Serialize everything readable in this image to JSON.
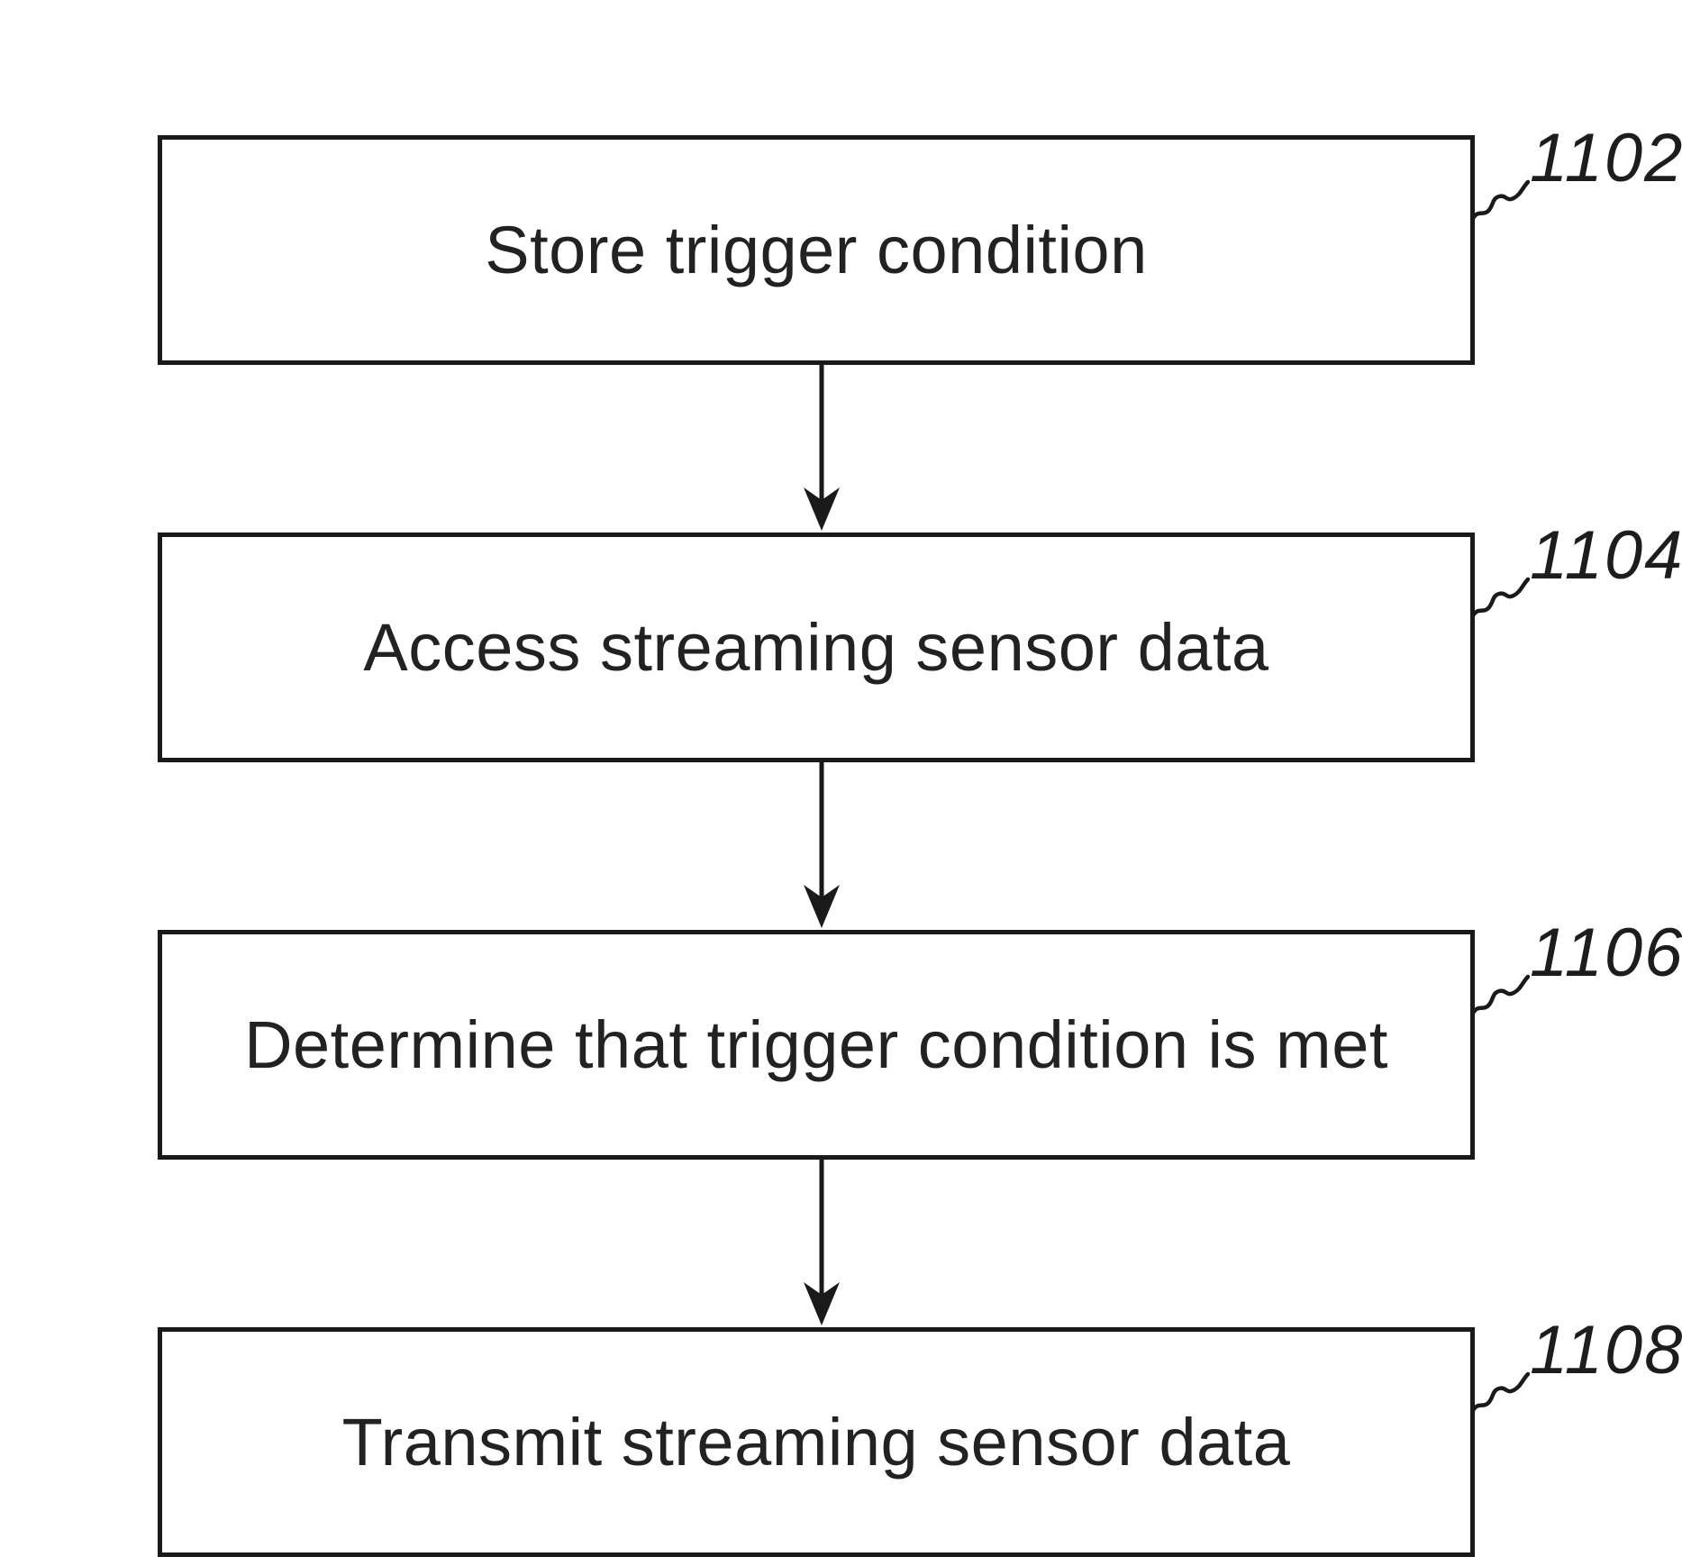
{
  "figure": {
    "background_color": "#ffffff",
    "ink_color": "#1a1a1a",
    "steps": [
      {
        "ref": "1102",
        "text": "Store trigger condition"
      },
      {
        "ref": "1104",
        "text": "Access streaming sensor data"
      },
      {
        "ref": "1106",
        "text": "Determine that trigger condition is met"
      },
      {
        "ref": "1108",
        "text": "Transmit streaming sensor data"
      }
    ]
  }
}
